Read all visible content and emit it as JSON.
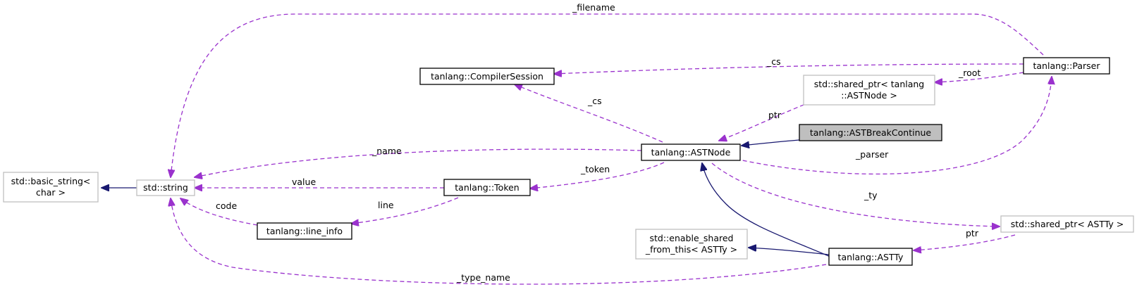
{
  "colors": {
    "background": "#ffffff",
    "normal_border": "#000000",
    "external_border": "#bfbfbf",
    "focus_fill": "#bfbfbf",
    "inheritance_edge": "#191970",
    "usage_edge": "#9a32cd"
  },
  "nodes": [
    {
      "id": "basic_string",
      "lines": [
        "std::basic_string<",
        "char >"
      ],
      "style": "external"
    },
    {
      "id": "string",
      "lines": [
        "std::string"
      ],
      "style": "external"
    },
    {
      "id": "compiler_session",
      "lines": [
        "tanlang::CompilerSession"
      ],
      "style": "normal"
    },
    {
      "id": "astnode",
      "lines": [
        "tanlang::ASTNode"
      ],
      "style": "normal"
    },
    {
      "id": "ast_break_continue",
      "lines": [
        "tanlang::ASTBreakContinue"
      ],
      "style": "focus"
    },
    {
      "id": "shared_ptr_astnode",
      "lines": [
        "std::shared_ptr< tanlang",
        "::ASTNode >"
      ],
      "style": "external"
    },
    {
      "id": "parser",
      "lines": [
        "tanlang::Parser"
      ],
      "style": "normal"
    },
    {
      "id": "token",
      "lines": [
        "tanlang::Token"
      ],
      "style": "normal"
    },
    {
      "id": "line_info",
      "lines": [
        "tanlang::line_info"
      ],
      "style": "normal"
    },
    {
      "id": "enable_shared",
      "lines": [
        "std::enable_shared",
        "_from_this< ASTTy >"
      ],
      "style": "external"
    },
    {
      "id": "astty",
      "lines": [
        "tanlang::ASTTy"
      ],
      "style": "normal"
    },
    {
      "id": "shared_ptr_astty",
      "lines": [
        "std::shared_ptr< ASTTy >"
      ],
      "style": "external"
    }
  ],
  "edges": [
    {
      "id": "string-basic_string",
      "kind": "inheritance",
      "label": ""
    },
    {
      "id": "astnode-break_continue",
      "kind": "inheritance",
      "label": ""
    },
    {
      "id": "astty-astnode",
      "kind": "inheritance",
      "label": ""
    },
    {
      "id": "astty-enable_shared",
      "kind": "inheritance",
      "label": ""
    },
    {
      "id": "parser-string",
      "kind": "usage",
      "label": "_filename"
    },
    {
      "id": "parser-compiler_session",
      "kind": "usage",
      "label": "_cs"
    },
    {
      "id": "parser-shared_ptr_astnode",
      "kind": "usage",
      "label": "_root"
    },
    {
      "id": "astnode-compiler_session",
      "kind": "usage",
      "label": "_cs"
    },
    {
      "id": "shared_ptr_astnode-astnode",
      "kind": "usage",
      "label": "ptr"
    },
    {
      "id": "astnode-string",
      "kind": "usage",
      "label": "_name"
    },
    {
      "id": "astnode-parser",
      "kind": "usage",
      "label": "_parser"
    },
    {
      "id": "astnode-token",
      "kind": "usage",
      "label": "_token"
    },
    {
      "id": "token-string",
      "kind": "usage",
      "label": "value"
    },
    {
      "id": "token-line_info",
      "kind": "usage",
      "label": "line"
    },
    {
      "id": "line_info-string",
      "kind": "usage",
      "label": "code"
    },
    {
      "id": "astnode-shared_ptr_astty",
      "kind": "usage",
      "label": "_ty"
    },
    {
      "id": "shared_ptr_astty-astty",
      "kind": "usage",
      "label": "ptr"
    },
    {
      "id": "astty-string",
      "kind": "usage",
      "label": "_type_name"
    }
  ]
}
